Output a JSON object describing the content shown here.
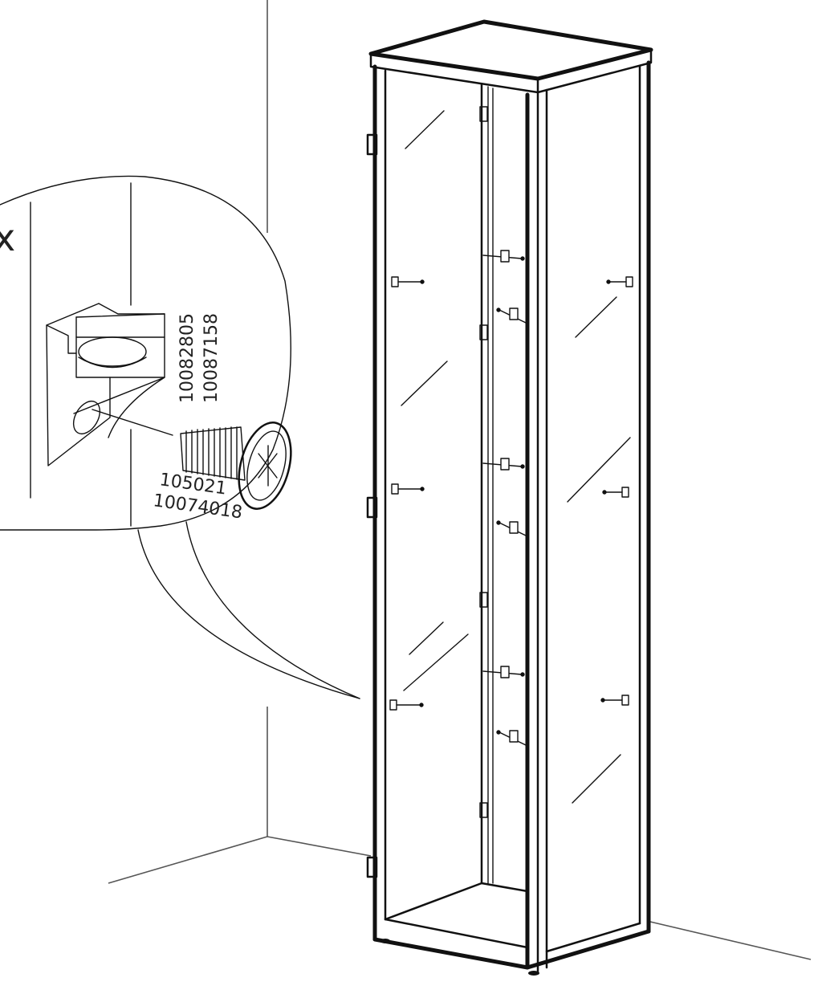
{
  "diagram": {
    "type": "assembly-instruction",
    "subject": "Tall glass-door display cabinet",
    "callout_marker": "x",
    "detail_callout": {
      "shelf_support_part_numbers": [
        "10082805",
        "10087158"
      ],
      "screw_part_numbers": [
        "105021",
        "10074018"
      ]
    },
    "cabinet": {
      "left_door_shelf_supports": 3,
      "right_side_shelf_supports": 3,
      "back_shelf_supports": 6,
      "door_hinges": 3
    },
    "colors": {
      "line": "#111111",
      "background": "#ffffff",
      "wall_line": "#555555"
    }
  }
}
